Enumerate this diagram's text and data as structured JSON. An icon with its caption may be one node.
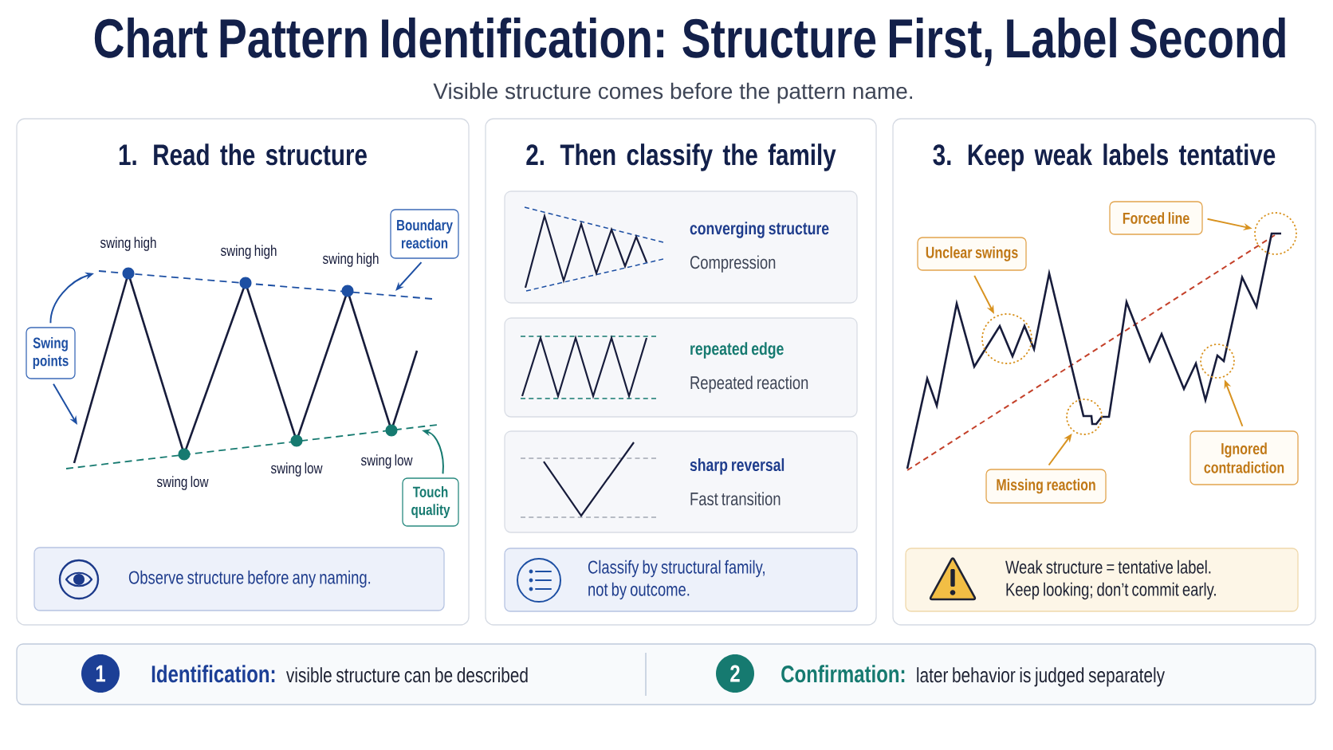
{
  "diagram": {
    "title": "Chart Pattern Identification: Structure First, Label Second",
    "nodes": [
      {
        "text": [
          "1. Read the structure"
        ]
      },
      {
        "text": [
          "Swing points"
        ],
        "in": 0
      },
      {
        "text": [
          "Boundary reaction"
        ],
        "in": 0
      },
      {
        "text": [
          "Touch quality"
        ],
        "in": 0
      },
      {
        "text": [
          "Observe structure before any naming."
        ],
        "in": 0
      },
      {
        "text": [
          "2. Then classify the family"
        ]
      },
      {
        "text": [
          "converging structure",
          "Compression"
        ],
        "in": 5
      },
      {
        "text": [
          "repeated edge",
          "Repeated reaction"
        ],
        "in": 5
      },
      {
        "text": [
          "sharp reversal",
          "Fast transition"
        ],
        "in": 5
      },
      {
        "text": [
          "Classify by structural family, not by outcome."
        ],
        "in": 5
      },
      {
        "text": [
          "3. Keep weak labels tentative"
        ]
      },
      {
        "text": [
          "Forced line"
        ],
        "in": 10
      },
      {
        "text": [
          "Unclear swings"
        ],
        "in": 10
      },
      {
        "text": [
          "Ignored contradiction"
        ],
        "in": 10
      },
      {
        "text": [
          "Missing reaction"
        ],
        "in": 10
      },
      {
        "text": [],
        "shape": "circle",
        "in": 10
      },
      {
        "text": [],
        "shape": "circle",
        "in": 10
      },
      {
        "text": [],
        "shape": "circle",
        "in": 10
      },
      {
        "text": [],
        "shape": "circle",
        "in": 10
      },
      {
        "text": [
          "Weak structure = tentative label. Keep looking; don’t commit early."
        ],
        "in": 10
      },
      {
        "text": [],
        "shape": "box"
      },
      {
        "text": [
          "1"
        ],
        "in": 20,
        "beside": [
          "Identification:",
          "visible structure can be described"
        ]
      },
      {
        "text": [
          "2"
        ],
        "in": 20,
        "beside": [
          "Confirmation:",
          "later behavior is judged separately"
        ]
      }
    ],
    "edges": [
      {
        "from": 1,
        "to": null,
        "arrow": "to",
        "color": "#1d4fa3"
      },
      {
        "from": 1,
        "to": null,
        "arrow": "to",
        "color": "#1d4fa3"
      },
      {
        "from": 2,
        "to": null,
        "arrow": "to",
        "color": "#1d4fa3"
      },
      {
        "from": 3,
        "to": null,
        "arrow": "to",
        "color": "#167a70"
      },
      {
        "from": 11,
        "to": 15,
        "arrow": "to"
      },
      {
        "from": 12,
        "to": 16,
        "arrow": "to"
      },
      {
        "from": 14,
        "to": 17,
        "arrow": "to"
      },
      {
        "from": 13,
        "to": 18,
        "arrow": "to"
      }
    ],
    "labels": [
      "Visible structure comes before the pattern name.",
      "swing high",
      "swing high",
      "swing high",
      "swing low",
      "swing low",
      "swing low"
    ]
  }
}
